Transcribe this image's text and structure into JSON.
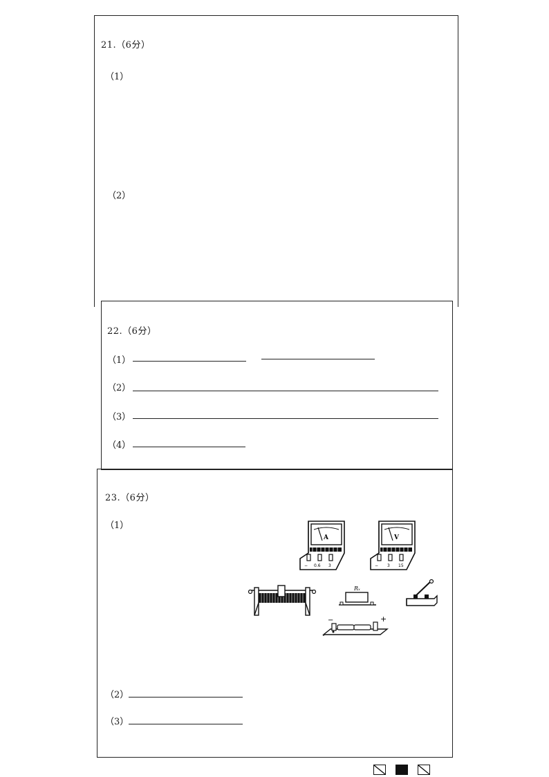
{
  "q21": {
    "title": "21.（6分）",
    "parts": [
      "（1）",
      "（2）"
    ]
  },
  "q22": {
    "title": "22.（6分）",
    "parts": [
      "（1）",
      "（2）",
      "（3）",
      "（4）"
    ]
  },
  "q23": {
    "title": "23.（6分）",
    "parts": [
      "（1）",
      "（2）",
      "（3）"
    ],
    "apparatus": {
      "ammeter_letter": "A",
      "ammeter_terminals": [
        "−",
        "0.6",
        "3"
      ],
      "voltmeter_letter": "V",
      "voltmeter_terminals": [
        "−",
        "3",
        "15"
      ],
      "resistor_label": "Rₓ",
      "battery_minus": "−",
      "battery_plus": "+"
    }
  }
}
